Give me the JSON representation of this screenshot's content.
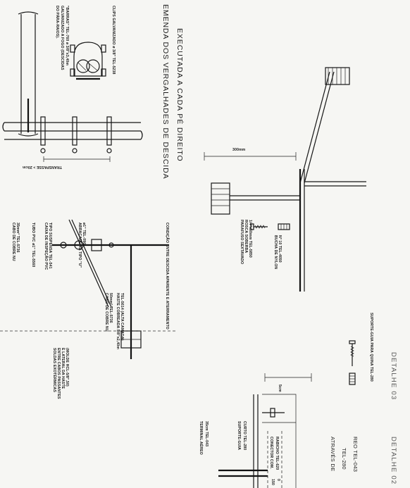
{
  "detail02": {
    "label": "DETALHE 02",
    "texto_linha1": "ATRAVÉS DE",
    "texto_linha2": "TEL-280",
    "texto_linha3": "REO TEL-043",
    "terminal": "TERMINAL AÉREO",
    "terminal_medida": "35cm TEL-043",
    "suporte": "SUPORTE-GUIA",
    "suporte_ref": "CURTO TEL-280",
    "conector": "CONECTOR COM.",
    "rabicho": "RABICHO TEL-620",
    "cota": "5cm",
    "num1": "150",
    "num2": "0"
  },
  "detail_condicao": {
    "titulo": "CONDIÇÃO ENTRE DESCIDA APARENTE E ATERRAMENTO",
    "cabo_cobre": "CABO DE COBRE NU",
    "cabo_cobre_ref": "35mm² TEL-5736",
    "tubo_pvc": "TUBO PVC ø1\" TEL-5560",
    "caixa_inspecao": "CAIXA DE INSPEÇÃO PVC",
    "caixa_ref": "TIPO SUSPENSA TEL-541",
    "abracadeira": "ABRAÇADEIRA TIPO \"U\"",
    "abracadeira_ref": "ø1\" TEL-096",
    "cabo_cobre2": "CABO DE COBRE NU",
    "cabo_cobre2_ref": "50mm² TEL-5736",
    "haste": "HASTE COBREADA 5/8\"x2,40m",
    "haste_ref": "TEL-5614 (ALTA CAMADA)",
    "solda1": "SOLDAS EXOTÉRMICAS",
    "solda2": "ENTRE CABOS PASSANTES",
    "solda3": "E LATERAL DA HASTE",
    "solda4": "(MOLDE HCL-5/8\",50)"
  },
  "detail03": {
    "label": "DETALHE 03",
    "titulo_linha1": "EMENDA DOS VERGALHADES DE DESCIDA",
    "titulo_linha2": "EXECUTADA A CADA PÉ DIREITO",
    "barras": "\"BARRAS\" TEL-760  ø 3/8\"x3,40m",
    "barras_linha2": "GALVANIZADO A FOGO (DESCIDAS",
    "barras_linha3": "DO PÁRA-RAIOS).",
    "clips": "CLIPS GALVANIZADO ø 3/8\" TEL-5238",
    "transpasse": "TRANSPASSE > 20cm",
    "cota_300": "300mm",
    "parafuso": "PARAFUSO SEXTAVADO",
    "parafuso2": "ROSCA SOBERBA",
    "parafuso3": "1/4\"x60mm TEL-5850",
    "bucha": "BUCHA DE NYLON",
    "bucha2": "Nº 10 TEL-4050",
    "suporte_guia": "SUPORTE-GUIA PARA QUINA TEL-280"
  }
}
